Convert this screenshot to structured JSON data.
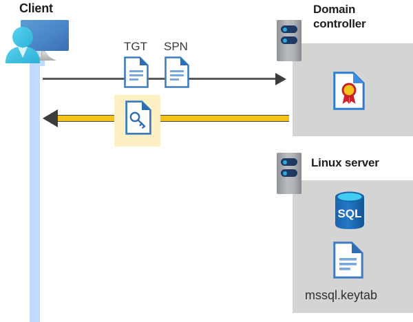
{
  "diagram": {
    "title_client": "Client",
    "title_domain_controller": "Domain\ncontroller",
    "title_linux_server": "Linux server",
    "labels": {
      "tgt": "TGT",
      "spn": "SPN",
      "keytab_file": "mssql.keytab"
    },
    "icons": {
      "client": "client-workstation-icon",
      "tgt_doc": "document-icon",
      "spn_doc": "document-icon",
      "key_doc": "key-document-icon",
      "certificate": "certificate-document-icon",
      "sql_database": "sql-database-icon",
      "keytab_doc": "document-icon",
      "dc_rack": "server-rack-icon",
      "linux_rack": "server-rack-icon"
    },
    "flows": [
      {
        "name": "request",
        "direction": "right",
        "style": "thin-gray-line"
      },
      {
        "name": "response",
        "direction": "left",
        "style": "thick-yellow-arrow"
      }
    ],
    "colors": {
      "panel_gray": "#d4d4d4",
      "lifeline_blue": "#bfdbff",
      "highlight_yellow": "#fdf0c4",
      "arrow_yellow": "#f5c21b",
      "arrow_dark": "#3d3d3d",
      "doc_blue": "#3e7cc0",
      "sql_blue": "#1f72c0",
      "seal_gold": "#f5c21b",
      "ribbon_red": "#cc1f2a",
      "title_text": "#1d1d1d"
    }
  }
}
